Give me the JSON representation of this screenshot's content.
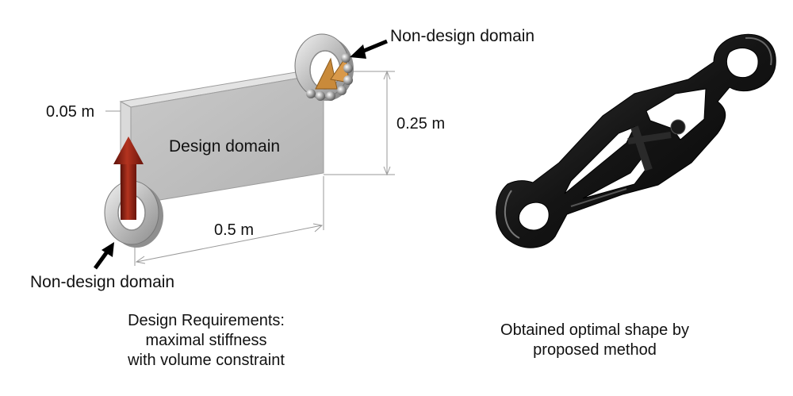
{
  "labels": {
    "non_design_top": "Non-design domain",
    "non_design_bottom": "Non-design domain",
    "design_domain": "Design domain",
    "thickness": "0.05 m",
    "height": "0.25 m",
    "width": "0.5 m"
  },
  "captions": {
    "left": [
      "Design Requirements:",
      "maximal stiffness",
      "with volume constraint"
    ],
    "right": [
      "Obtained optimal shape by",
      "proposed method"
    ]
  },
  "colors": {
    "plate_front": "#bdbdbd",
    "plate_top": "#e2e2e2",
    "load_arrow": "#8e1f12",
    "support": "#c98a3a",
    "optimal_shape": "#151515"
  }
}
